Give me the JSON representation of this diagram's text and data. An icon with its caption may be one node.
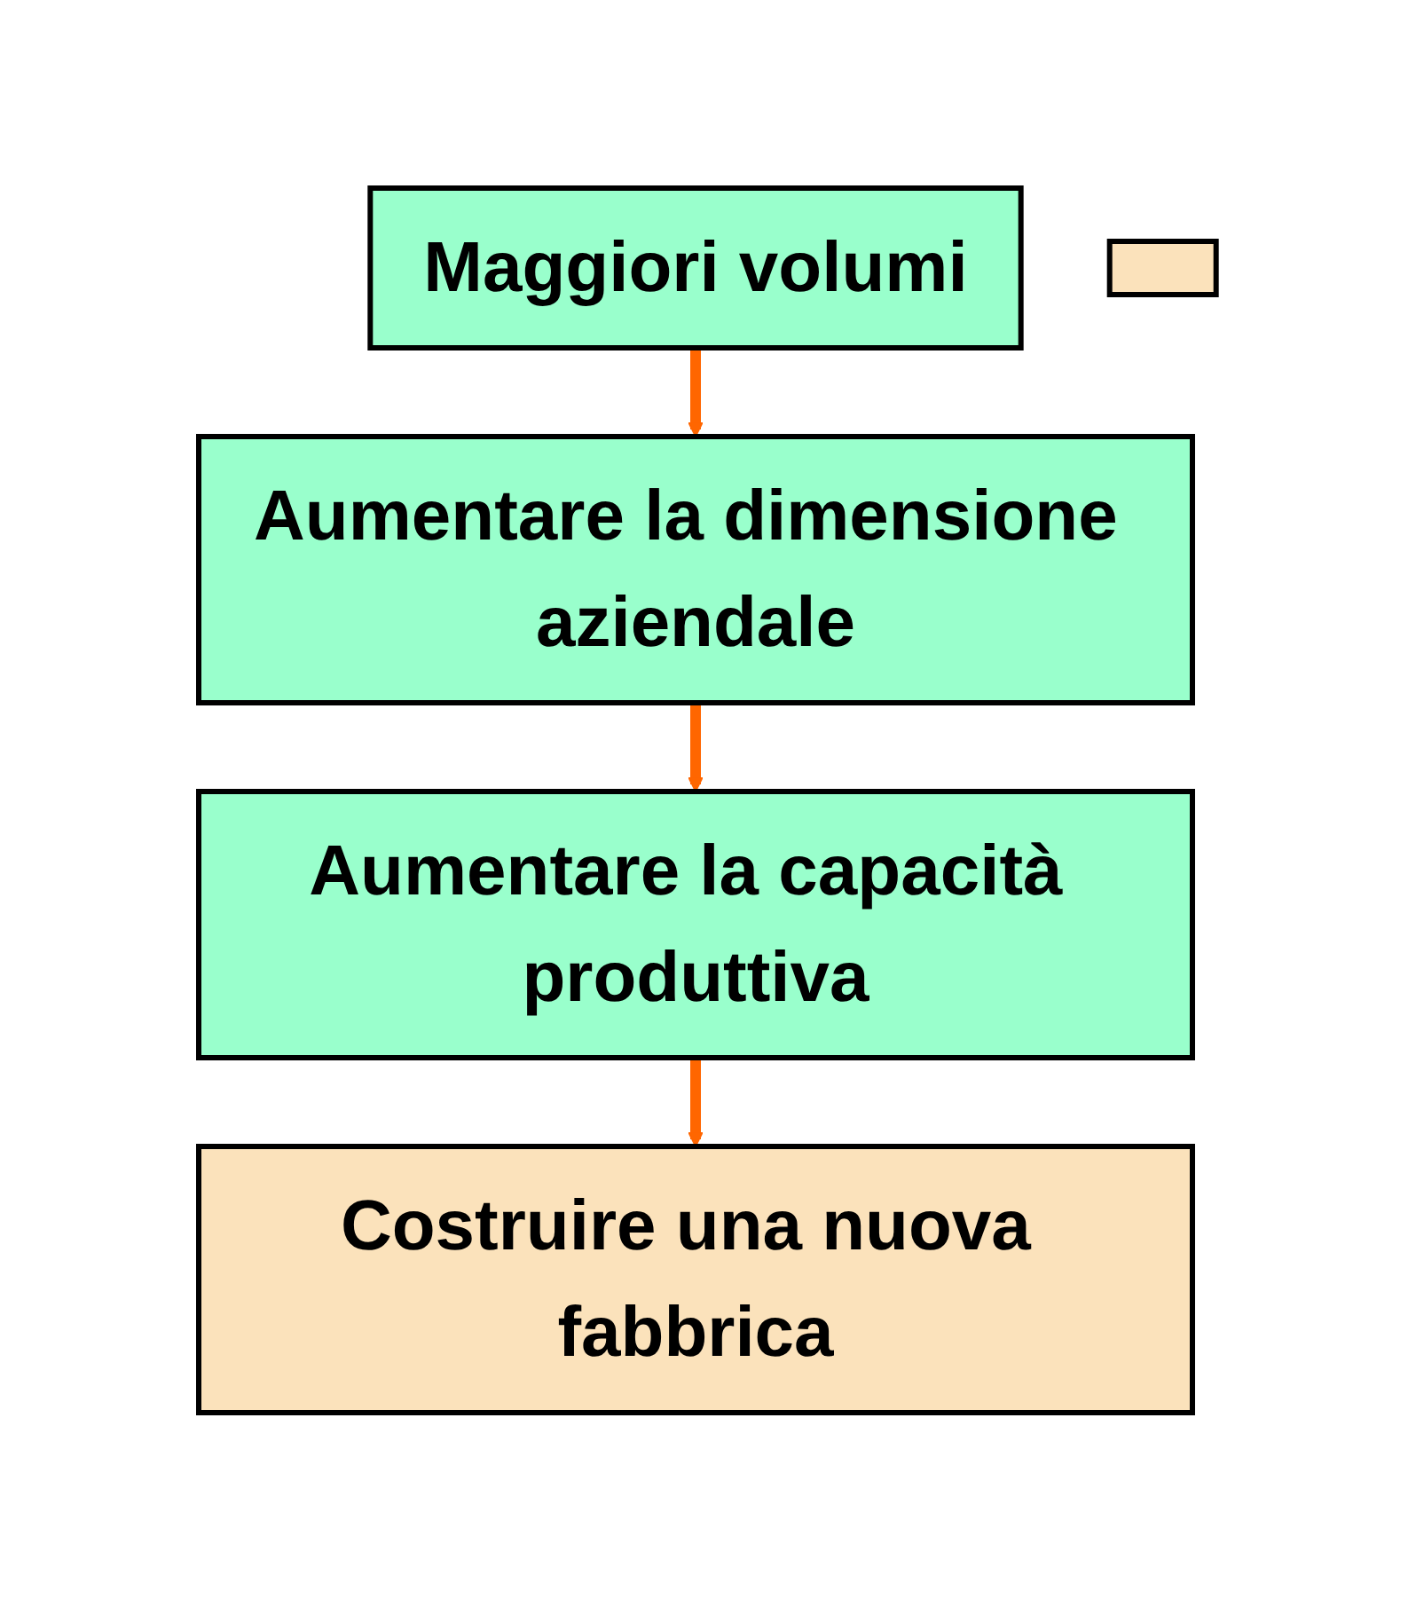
{
  "diagram": {
    "nodes": [
      {
        "text": [
          "Maggiori volumi"
        ]
      },
      {
        "text": [
          "Aumentare la dimensione aziendale"
        ]
      },
      {
        "text": [
          "Aumentare la capacità produttiva"
        ]
      },
      {
        "text": [],
        "shape": "box"
      },
      {
        "text": [
          "Costruire una nuova fabbrica"
        ]
      }
    ],
    "edges": [
      {
        "from": 0,
        "to": 1,
        "arrow": "to"
      },
      {
        "from": 1,
        "to": 2,
        "arrow": "to"
      },
      {
        "from": 2,
        "to": 4,
        "arrow": "to"
      }
    ]
  }
}
